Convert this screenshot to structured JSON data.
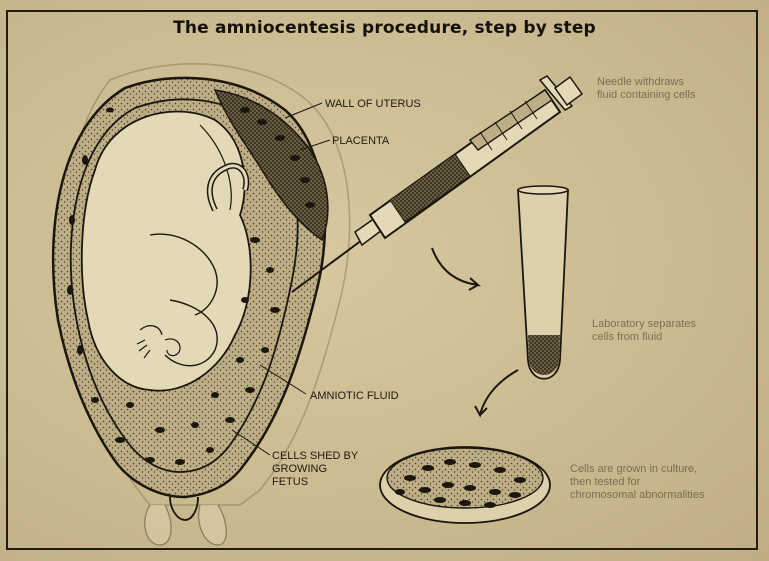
{
  "title": "The amniocentesis procedure, step by step",
  "labels": {
    "wall_of_uterus": "WALL OF UTERUS",
    "placenta": "PLACENTA",
    "amniotic_fluid": "AMNIOTIC FLUID",
    "cells_shed": "CELLS SHED BY\nGROWING\nFETUS",
    "needle": "Needle withdraws\nfluid containing cells",
    "laboratory": "Laboratory separates\ncells from fluid",
    "cells_grown": "Cells are grown in culture,\nthen tested for\nchromosomal abnormalities"
  },
  "colors": {
    "paper": "#c9b98f",
    "ink": "#1b170f"
  }
}
